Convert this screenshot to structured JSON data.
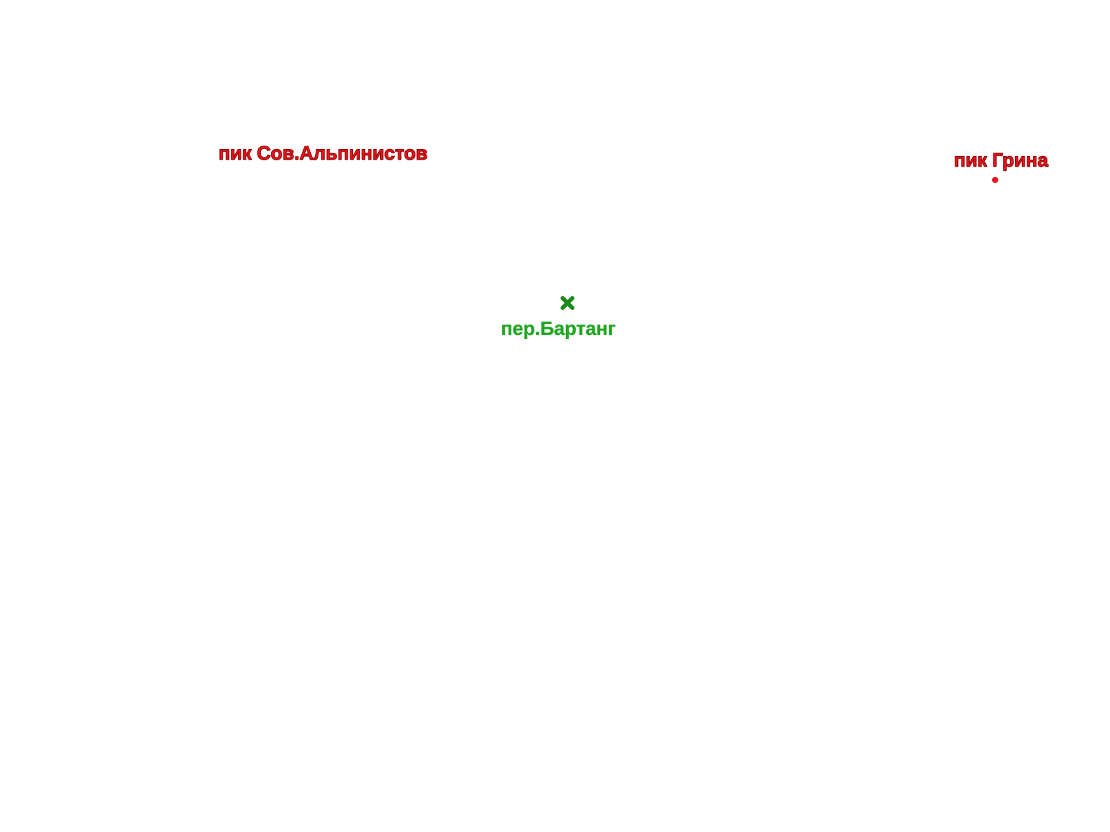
{
  "map": {
    "features": [
      {
        "type": "peak",
        "label": "пик Сов.Альпинистов",
        "color": "#e8141c",
        "has_marker": false
      },
      {
        "type": "peak",
        "label": "пик Грина",
        "color": "#e8141c",
        "has_marker": true,
        "marker_icon": "peak-dot-icon"
      },
      {
        "type": "pass",
        "label": "пер.Бартанг",
        "color": "#1fa81f",
        "marker_color": "#1a8a1a",
        "has_marker": true,
        "marker_icon": "pass-cross-icon"
      }
    ]
  }
}
